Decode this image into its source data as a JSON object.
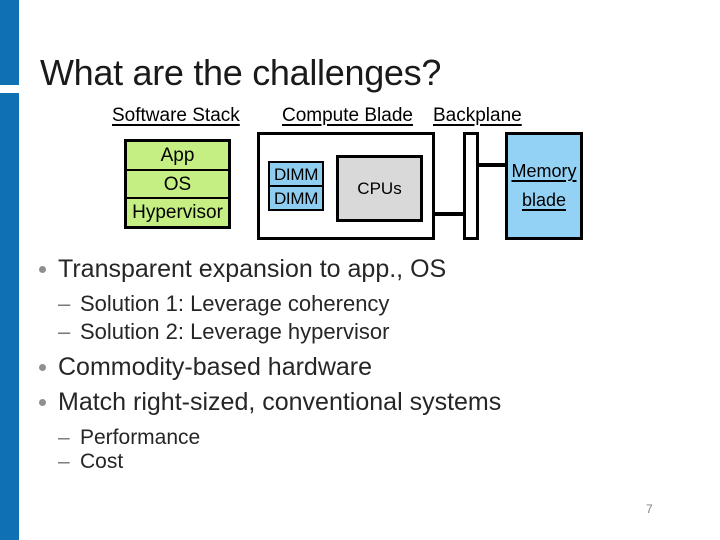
{
  "slide": {
    "title": "What are the challenges?",
    "page_number": "7"
  },
  "diagram": {
    "software_stack": {
      "label": "Software Stack",
      "layers": {
        "app": "App",
        "os": "OS",
        "hypervisor": "Hypervisor"
      }
    },
    "compute_blade": {
      "label": "Compute Blade",
      "dimm_top": "DIMM",
      "dimm_bottom": "DIMM",
      "cpus": "CPUs"
    },
    "backplane": {
      "label": "Backplane"
    },
    "memory_blade": {
      "line1": "Memory",
      "line2": "blade"
    }
  },
  "bullets": {
    "b1": "Transparent expansion to app., OS",
    "b1_sub1": "Solution 1: Leverage coherency",
    "b1_sub2": "Solution 2: Leverage hypervisor",
    "b2": "Commodity-based hardware",
    "b3": "Match right-sized, conventional systems",
    "b3_sub1": "Performance",
    "b3_sub2": "Cost"
  },
  "markers": {
    "sub_dash": "–"
  },
  "colors": {
    "accent_bar": "#0F70B2",
    "stack_green": "#C6EF83",
    "dimm_blue": "#8FCDF0",
    "memory_blue": "#93D2F4",
    "cpu_gray": "#D9D9D9"
  }
}
